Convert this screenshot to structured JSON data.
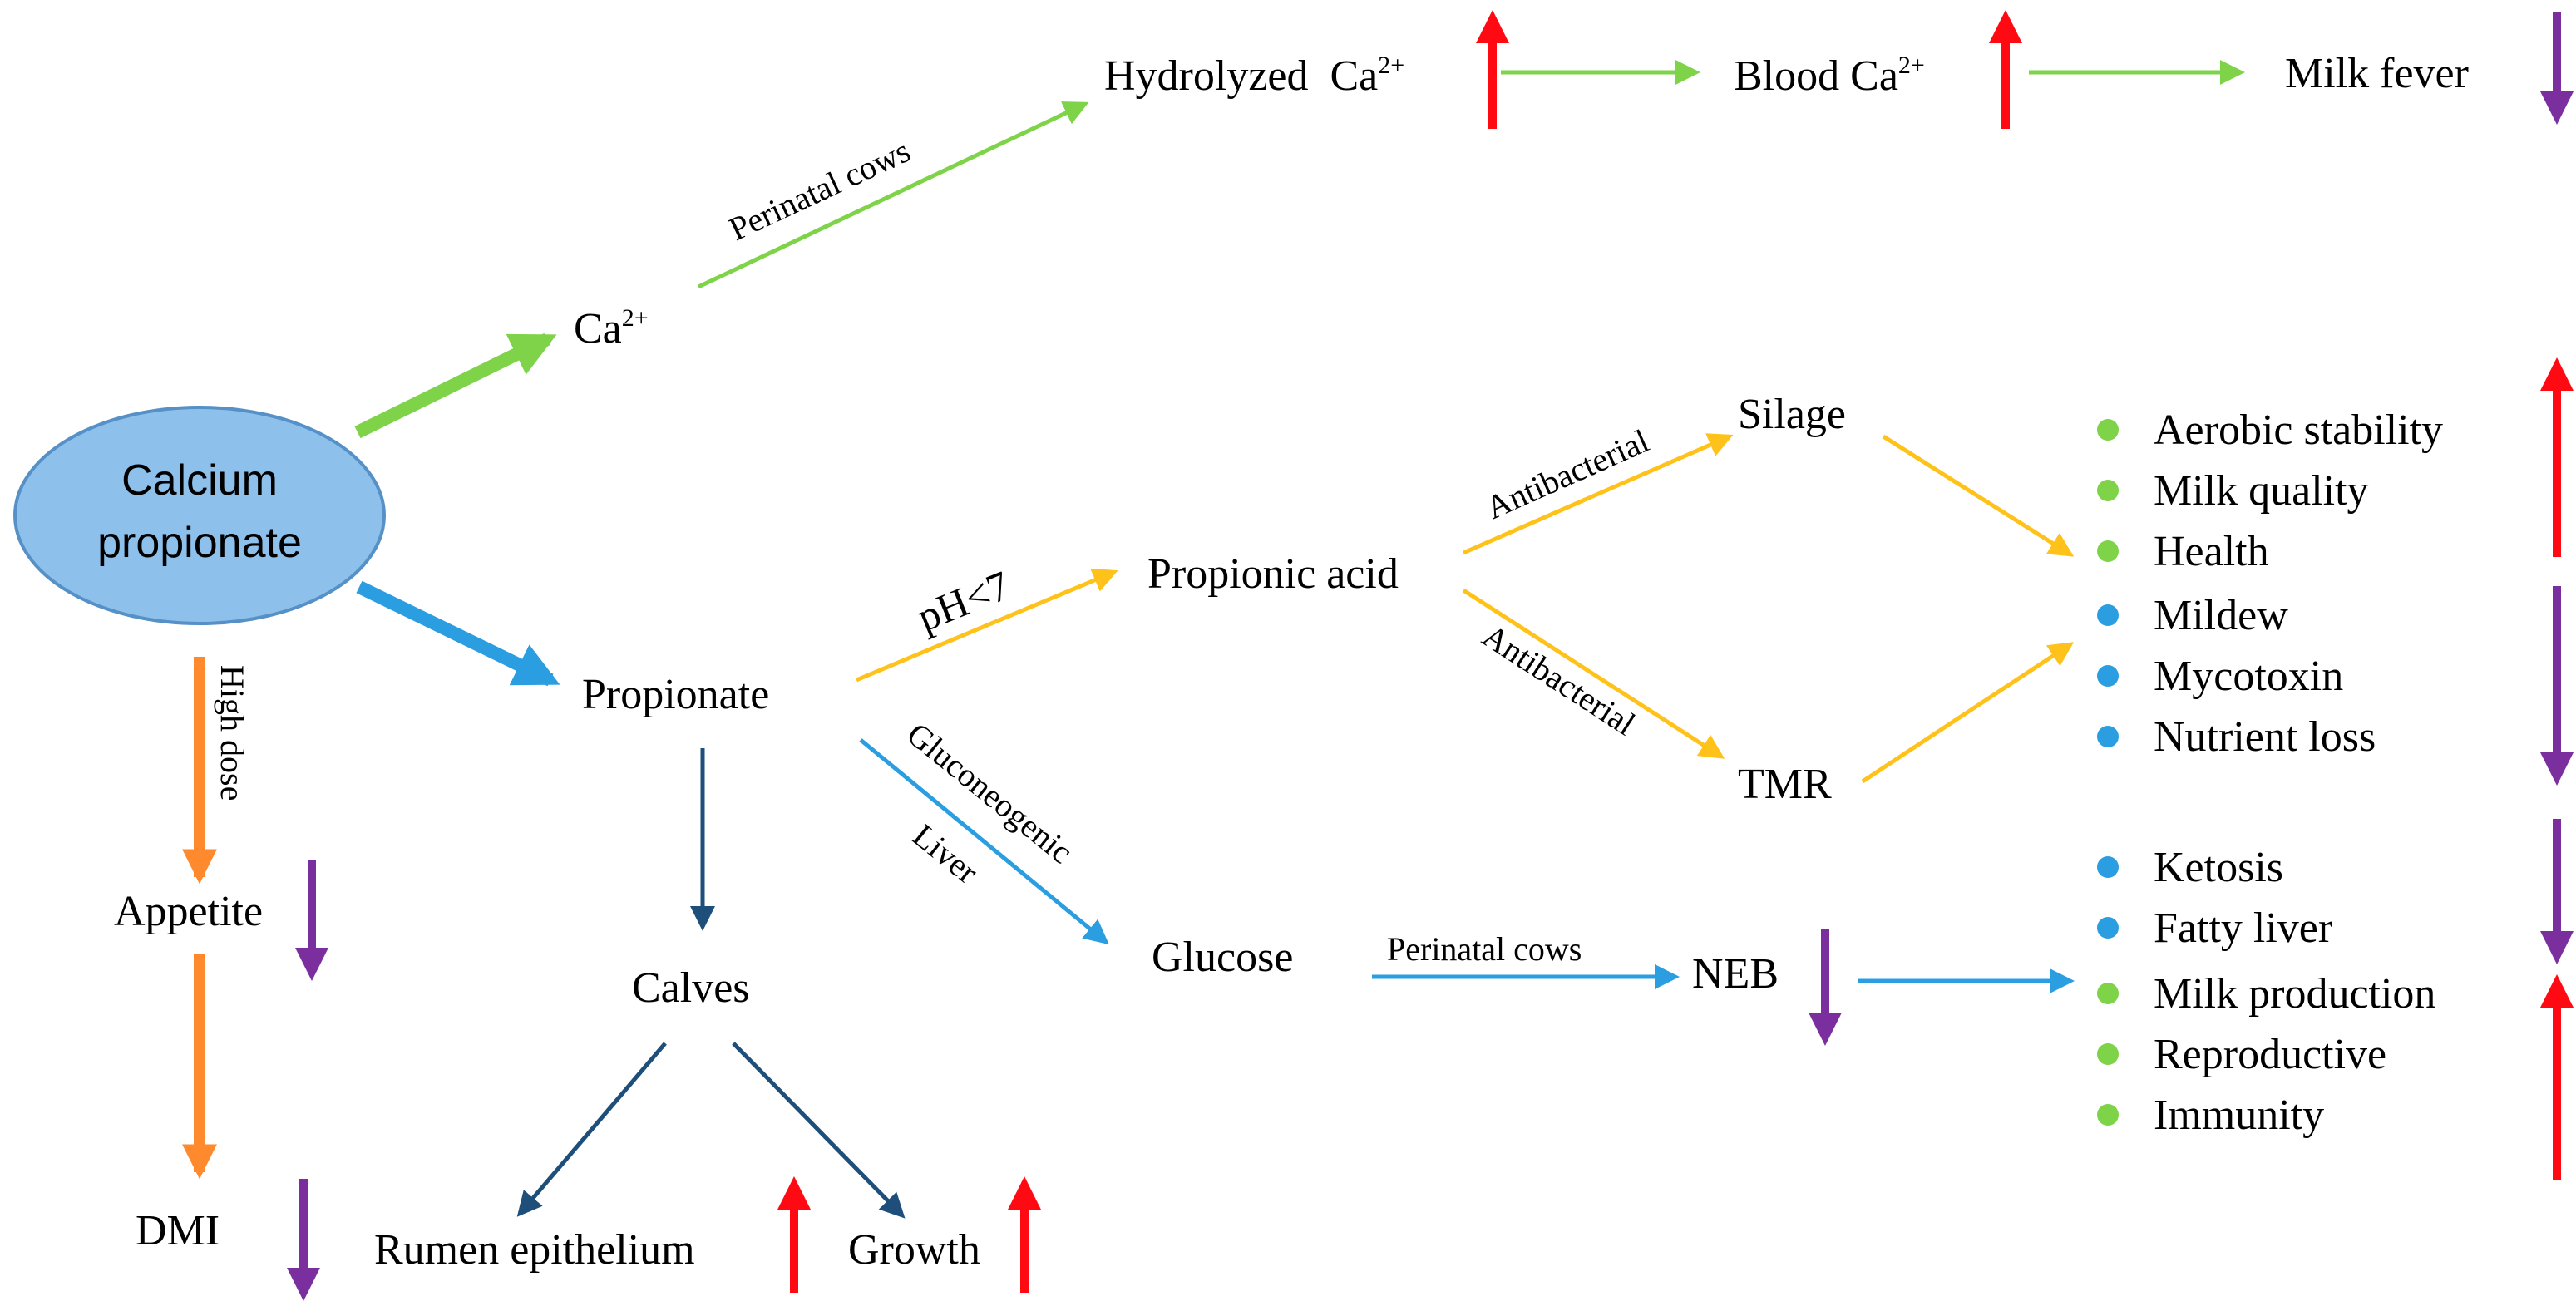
{
  "colors": {
    "green": "#7ed348",
    "blue": "#2a9ee0",
    "navy": "#1e4e7a",
    "orange": "#ff8a2e",
    "yellow": "#ffc21a",
    "red": "#ff0a12",
    "purple": "#7b2e9e",
    "ellipse_fill": "#8dc1ec",
    "ellipse_stroke": "#5590c6"
  },
  "center": {
    "line1": "Calcium",
    "line2": "propionate"
  },
  "nodes": {
    "ca": {
      "base": "Ca",
      "sup": "2+"
    },
    "hydrolyzed": {
      "text": "Hydrolyzed  Ca",
      "sup": "2+"
    },
    "blood": {
      "text": "Blood Ca",
      "sup": "2+"
    },
    "milk_fever": "Milk fever",
    "propionate": "Propionate",
    "propionic_acid": "Propionic acid",
    "silage": "Silage",
    "tmr": "TMR",
    "glucose": "Glucose",
    "neb": "NEB",
    "calves": "Calves",
    "rumen": "Rumen epithelium",
    "growth": "Growth",
    "appetite": "Appetite",
    "dmi": "DMI"
  },
  "edge_labels": {
    "perinatal_top": "Perinatal cows",
    "ph": "pH<7",
    "antibacterial_up": "Antibacterial",
    "antibacterial_down": "Antibacterial",
    "gluconeogenic": "Gluconeogenic",
    "liver": "Liver",
    "perinatal_bottom": "Perinatal cows",
    "high_dose": "High dose"
  },
  "outcome_groups": [
    {
      "direction": "up",
      "items": [
        {
          "label": "Aerobic stability",
          "dot": "green"
        },
        {
          "label": "Milk quality",
          "dot": "green"
        },
        {
          "label": "Health",
          "dot": "green"
        }
      ]
    },
    {
      "direction": "down",
      "items": [
        {
          "label": "Mildew",
          "dot": "blue"
        },
        {
          "label": "Mycotoxin",
          "dot": "blue"
        },
        {
          "label": "Nutrient loss",
          "dot": "blue"
        }
      ]
    },
    {
      "direction": "down",
      "items": [
        {
          "label": "Ketosis",
          "dot": "blue"
        },
        {
          "label": "Fatty liver",
          "dot": "blue"
        }
      ]
    },
    {
      "direction": "up",
      "items": [
        {
          "label": "Milk production",
          "dot": "green"
        },
        {
          "label": "Reproductive",
          "dot": "green"
        },
        {
          "label": "Immunity",
          "dot": "green"
        }
      ]
    }
  ]
}
